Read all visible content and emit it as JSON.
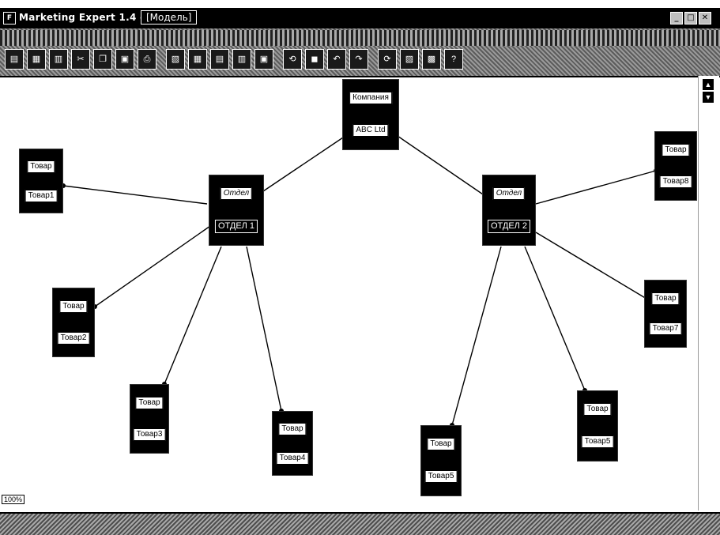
{
  "window": {
    "app_icon": "F",
    "title": "Marketing Expert 1.4 -",
    "doc_title": "[Модель]",
    "controls": [
      "_",
      "□",
      "✕"
    ]
  },
  "toolbar": {
    "icons": [
      "new-icon",
      "open-icon",
      "save-icon",
      "cut-icon",
      "copy-icon",
      "paste-icon",
      "print-icon",
      "chart-icon",
      "grid-icon",
      "table-icon",
      "report-icon",
      "model-icon",
      "link-icon",
      "node-icon",
      "undo-icon",
      "redo-icon",
      "refresh-icon",
      "export-icon",
      "window-icon",
      "help-icon"
    ]
  },
  "diagram": {
    "nodes": [
      {
        "id": "company",
        "type_label": "Компания",
        "name": "ABC Ltd",
        "italic": false
      },
      {
        "id": "dept1",
        "type_label": "Отдел",
        "name": "ОТДЕЛ 1",
        "italic": true
      },
      {
        "id": "dept2",
        "type_label": "Отдел",
        "name": "ОТДЕЛ 2",
        "italic": true
      },
      {
        "id": "p1",
        "type_label": "Товар",
        "name": "Товар1",
        "italic": false
      },
      {
        "id": "p2",
        "type_label": "Товар",
        "name": "Товар2",
        "italic": false
      },
      {
        "id": "p3",
        "type_label": "Товар",
        "name": "Товар3",
        "italic": false
      },
      {
        "id": "p4",
        "type_label": "Товар",
        "name": "Товар4",
        "italic": false
      },
      {
        "id": "p5",
        "type_label": "Товар",
        "name": "Товар5",
        "italic": false
      },
      {
        "id": "p6",
        "type_label": "Товар",
        "name": "Товар5",
        "italic": false
      },
      {
        "id": "p7",
        "type_label": "Товар",
        "name": "Товар7",
        "italic": false
      },
      {
        "id": "p8",
        "type_label": "Товар",
        "name": "Товар8",
        "italic": false
      }
    ],
    "links": [
      {
        "from": "company",
        "to": "dept1"
      },
      {
        "from": "company",
        "to": "dept2"
      },
      {
        "from": "dept1",
        "to": "p1"
      },
      {
        "from": "dept1",
        "to": "p2"
      },
      {
        "from": "dept1",
        "to": "p3"
      },
      {
        "from": "dept1",
        "to": "p4"
      },
      {
        "from": "dept2",
        "to": "p5"
      },
      {
        "from": "dept2",
        "to": "p6"
      },
      {
        "from": "dept2",
        "to": "p7"
      },
      {
        "from": "dept2",
        "to": "p8"
      }
    ]
  },
  "status": {
    "zoom_label": "100%"
  },
  "colors": {
    "node_fill": "#000000",
    "link": "#000000",
    "canvas": "#ffffff"
  }
}
